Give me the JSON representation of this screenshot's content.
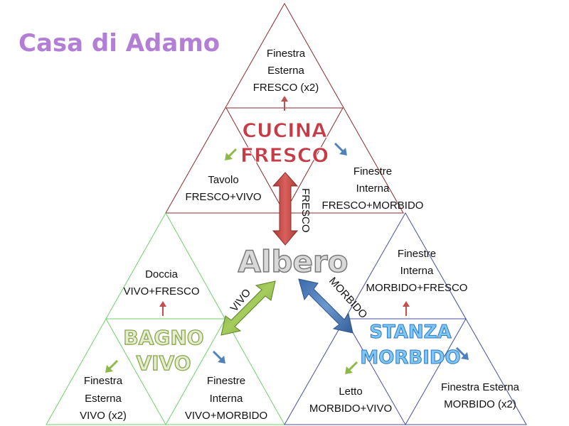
{
  "title": "Casa di Adamo",
  "center": "Albero",
  "colors": {
    "title": "#b37ed6",
    "kitchen": "#8b2a2a",
    "bath": "#6fd16a",
    "bedroom": "#4a4fa0",
    "arrow_red": "#c0504d",
    "arrow_green": "#8fb84b",
    "arrow_blue": "#4f81bd"
  },
  "kitchen": {
    "room_line1": "CUCINA",
    "room_line2": "FRESCO",
    "top": [
      "Finestra",
      "Esterna",
      "FRESCO (x2)"
    ],
    "left": [
      "Tavolo",
      "FRESCO+VIVO"
    ],
    "right": [
      "Finestre",
      "Interna",
      "FRESCO+MORBIDO"
    ]
  },
  "bath": {
    "room_line1": "BAGNO",
    "room_line2": "VIVO",
    "top": [
      "Doccia",
      "VIVO+FRESCO"
    ],
    "left": [
      "Finestra",
      "Esterna",
      "VIVO (x2)"
    ],
    "right": [
      "Finestre",
      "Interna",
      "VIVO+MORBIDO"
    ]
  },
  "bedroom": {
    "room_line1": "STANZA",
    "room_line2": "MORBIDO",
    "top": [
      "Finestre",
      "Interna",
      "MORBIDO+FRESCO"
    ],
    "left": [
      "Letto",
      "MORBIDO+VIVO"
    ],
    "right": [
      "Finestra Esterna",
      "MORBIDO (x2)"
    ]
  },
  "connections": {
    "fresco": "FRESCO",
    "vivo": "VIVO",
    "morbido": "MORBIDO"
  }
}
